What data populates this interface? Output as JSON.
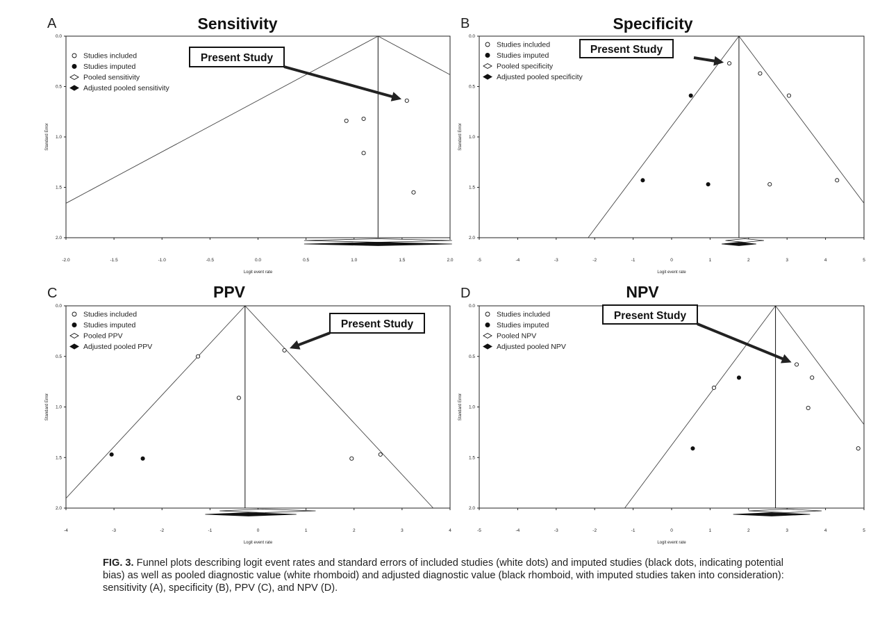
{
  "chart_data": [
    {
      "type": "scatter",
      "panel": "A",
      "title": "Sensitivity",
      "xlabel": "Logit event rate",
      "ylabel": "Standard Error",
      "xlim": [
        -2,
        2
      ],
      "ylim": [
        0,
        2
      ],
      "y_inverted": true,
      "xticks": [
        "-2.0",
        "-1.5",
        "-1.0",
        "-0.5",
        "0.0",
        "0.5",
        "1.0",
        "1.5",
        "2.0"
      ],
      "yticks": [
        "0.0",
        "0.5",
        "1.0",
        "1.5",
        "2.0"
      ],
      "pooled_estimate": 1.25,
      "legend": [
        "Studies included",
        "Studies imputed",
        "Pooled sensitivity",
        "Adjusted pooled sensitivity"
      ],
      "legend_position": "top-left",
      "series": [
        {
          "name": "Studies included",
          "points": [
            [
              1.55,
              0.64
            ],
            [
              1.1,
              0.82
            ],
            [
              0.92,
              0.84
            ],
            [
              1.1,
              1.16
            ],
            [
              1.62,
              1.55
            ]
          ]
        },
        {
          "name": "Studies imputed",
          "points": []
        }
      ],
      "pooled": {
        "center": 1.25,
        "lower": 0.48,
        "upper": 2.02
      },
      "adjusted": {
        "center": 1.25,
        "lower": 0.48,
        "upper": 2.02
      },
      "annotation": {
        "text": "Present Study",
        "target": [
          1.55,
          0.64
        ]
      }
    },
    {
      "type": "scatter",
      "panel": "B",
      "title": "Specificity",
      "xlabel": "Logit event rate",
      "ylabel": "Standard Error",
      "xlim": [
        -5,
        5
      ],
      "ylim": [
        0,
        2
      ],
      "y_inverted": true,
      "xticks": [
        "-5",
        "-4",
        "-3",
        "-2",
        "-1",
        "0",
        "1",
        "2",
        "3",
        "4",
        "5"
      ],
      "yticks": [
        "0.0",
        "0.5",
        "1.0",
        "1.5",
        "2.0"
      ],
      "pooled_estimate": 1.75,
      "legend": [
        "Studies included",
        "Studies imputed",
        "Pooled specificity",
        "Adjusted pooled specificity"
      ],
      "legend_position": "top-left",
      "series": [
        {
          "name": "Studies included",
          "points": [
            [
              1.5,
              0.27
            ],
            [
              2.3,
              0.37
            ],
            [
              3.05,
              0.59
            ],
            [
              2.55,
              1.47
            ],
            [
              4.3,
              1.43
            ]
          ]
        },
        {
          "name": "Studies imputed",
          "points": [
            [
              0.5,
              0.59
            ],
            [
              -0.75,
              1.43
            ],
            [
              0.95,
              1.47
            ]
          ]
        }
      ],
      "pooled": {
        "center": 1.9,
        "lower": 1.4,
        "upper": 2.4
      },
      "adjusted": {
        "center": 1.75,
        "lower": 1.3,
        "upper": 2.2
      },
      "annotation": {
        "text": "Present Study",
        "target": [
          1.5,
          0.27
        ]
      }
    },
    {
      "type": "scatter",
      "panel": "C",
      "title": "PPV",
      "xlabel": "Logit event rate",
      "ylabel": "Standard Error",
      "xlim": [
        -4,
        4
      ],
      "ylim": [
        0,
        2
      ],
      "y_inverted": true,
      "xticks": [
        "-4",
        "-3",
        "-2",
        "-1",
        "0",
        "1",
        "2",
        "3",
        "4"
      ],
      "yticks": [
        "0.0",
        "0.5",
        "1.0",
        "1.5",
        "2.0"
      ],
      "pooled_estimate": -0.27,
      "legend": [
        "Studies included",
        "Studies imputed",
        "Pooled PPV",
        "Adjusted pooled PPV"
      ],
      "legend_position": "top-left",
      "series": [
        {
          "name": "Studies included",
          "points": [
            [
              0.55,
              0.44
            ],
            [
              -1.25,
              0.5
            ],
            [
              -0.4,
              0.91
            ],
            [
              1.95,
              1.51
            ],
            [
              2.55,
              1.47
            ]
          ]
        },
        {
          "name": "Studies imputed",
          "points": [
            [
              -3.05,
              1.47
            ],
            [
              -2.4,
              1.51
            ]
          ]
        }
      ],
      "pooled": {
        "center": 0.1,
        "lower": -0.8,
        "upper": 1.2
      },
      "adjusted": {
        "center": -0.2,
        "lower": -1.1,
        "upper": 0.8
      },
      "annotation": {
        "text": "Present Study",
        "target": [
          0.55,
          0.44
        ]
      }
    },
    {
      "type": "scatter",
      "panel": "D",
      "title": "NPV",
      "xlabel": "Logit event rate",
      "ylabel": "Standard Error",
      "xlim": [
        -5,
        5
      ],
      "ylim": [
        0,
        2
      ],
      "y_inverted": true,
      "xticks": [
        "-5",
        "-4",
        "-3",
        "-2",
        "-1",
        "0",
        "1",
        "2",
        "3",
        "4",
        "5"
      ],
      "yticks": [
        "0.0",
        "0.5",
        "1.0",
        "1.5",
        "2.0"
      ],
      "pooled_estimate": 2.7,
      "legend": [
        "Studies included",
        "Studies imputed",
        "Pooled NPV",
        "Adjusted pooled NPV"
      ],
      "legend_position": "top-left",
      "series": [
        {
          "name": "Studies included",
          "points": [
            [
              3.25,
              0.58
            ],
            [
              3.65,
              0.71
            ],
            [
              1.1,
              0.81
            ],
            [
              3.55,
              1.01
            ],
            [
              4.85,
              1.41
            ]
          ]
        },
        {
          "name": "Studies imputed",
          "points": [
            [
              1.75,
              0.71
            ],
            [
              0.55,
              1.41
            ]
          ]
        }
      ],
      "pooled": {
        "center": 3.0,
        "lower": 2.0,
        "upper": 3.9
      },
      "adjusted": {
        "center": 2.6,
        "lower": 1.6,
        "upper": 3.6
      },
      "annotation": {
        "text": "Present Study",
        "target": [
          3.25,
          0.58
        ]
      }
    }
  ],
  "caption": {
    "label": "FIG. 3.",
    "text": " Funnel plots describing logit event rates and standard errors of included studies (white dots) and imputed studies (black dots, indicating potential bias) as well as pooled diagnostic value (white rhomboid) and adjusted diagnostic value (black rhomboid, with imputed studies taken into consideration): sensitivity (A), specificity (B), PPV (C), and NPV (D)."
  },
  "colors": {
    "axis": "#222222",
    "line": "#444444",
    "text": "#222222",
    "marker_fill_included": "#ffffff",
    "marker_fill_imputed": "#111111"
  }
}
